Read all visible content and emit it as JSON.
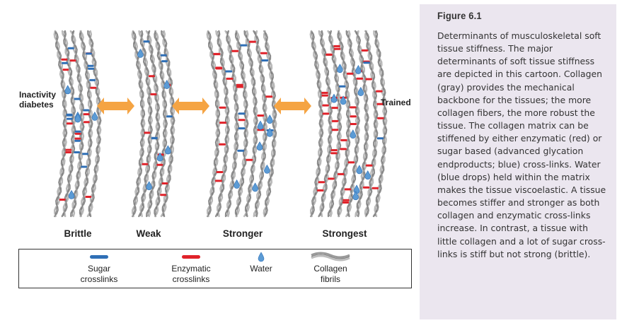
{
  "figure": {
    "left_label": "Inactivity\ndiabetes",
    "right_label": "Trained",
    "bundles": [
      {
        "name": "Brittle",
        "sugar_crosslinks": 16,
        "enzymatic_crosslinks": 14,
        "water_drops": 5
      },
      {
        "name": "Weak",
        "sugar_crosslinks": 6,
        "enzymatic_crosslinks": 10,
        "water_drops": 5
      },
      {
        "name": "Stronger",
        "sugar_crosslinks": 7,
        "enzymatic_crosslinks": 20,
        "water_drops": 7
      },
      {
        "name": "Strongest",
        "sugar_crosslinks": 3,
        "enzymatic_crosslinks": 40,
        "water_drops": 10
      }
    ],
    "legend": [
      {
        "key": "sugar",
        "label": "Sugar\ncrosslinks",
        "color": "#2f6fb6"
      },
      {
        "key": "enzymatic",
        "label": "Enzymatic\ncrosslinks",
        "color": "#e0222a"
      },
      {
        "key": "water",
        "label": "Water",
        "color": "#5b9bd5"
      },
      {
        "key": "collagen",
        "label": "Collagen\nfibrils",
        "color": "#9a9a9a"
      }
    ],
    "arrow_color": "#f5a443"
  },
  "sidebar": {
    "title": "Figure 6.1",
    "body": "Determinants of musculoskeletal soft tissue stiffness. The major determinants of soft tissue stiffness are depicted in this cartoon. Collagen (gray) provides the mechanical backbone for the tissues; the more collagen fibers, the more robust the tissue. The collagen matrix can be stiffened by either enzymatic (red) or sugar based (advanced glycation endproducts; blue) cross-links. Water (blue drops) held within the matrix makes the tissue viscoelastic. A tissue becomes stiffer and stronger as both collagen and enzymatic cross-links increase. In contrast, a tissue with little collagen and a lot of sugar cross-links is stiff but not strong (brittle).",
    "background": "#ebe6ef"
  }
}
